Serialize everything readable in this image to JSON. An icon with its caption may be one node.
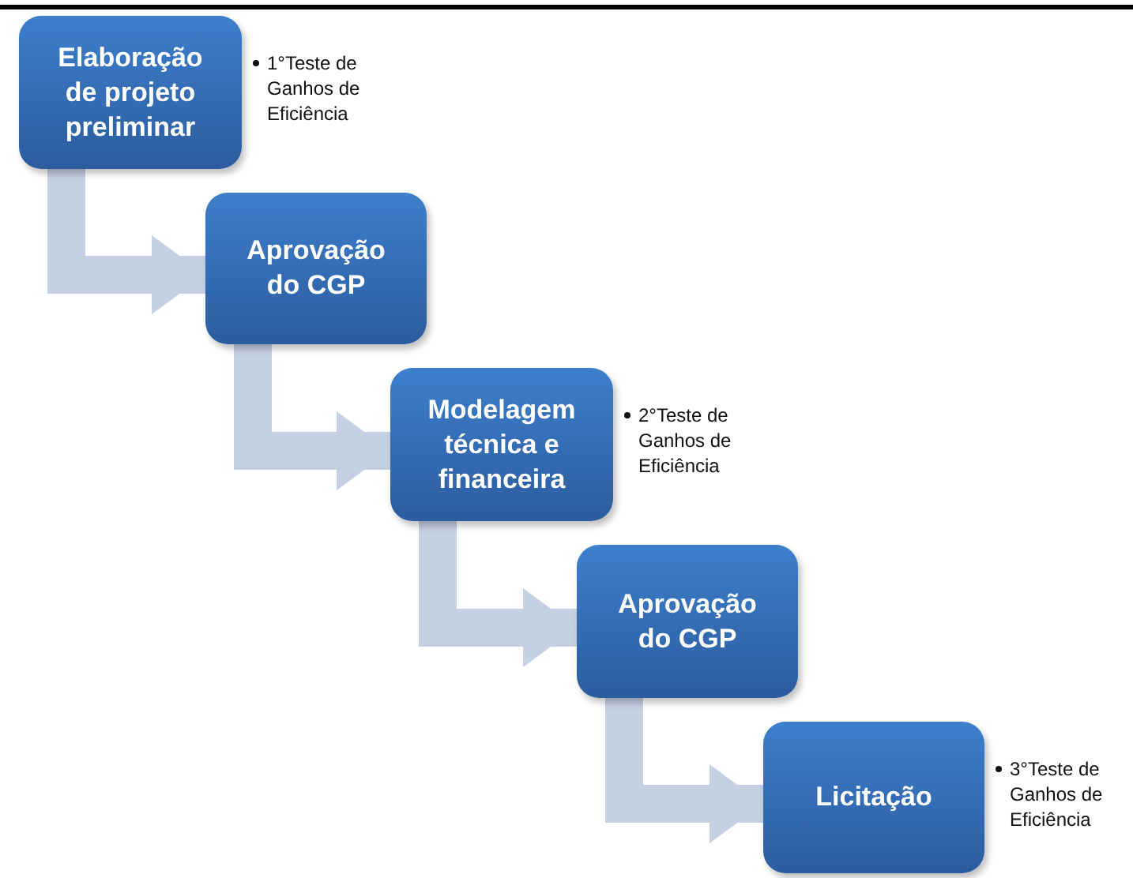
{
  "diagram": {
    "nodes": [
      {
        "text": [
          "Elaboração de projeto preliminar"
        ],
        "beside": [
          "1°Teste de Ganhos de Eficiência"
        ]
      },
      {
        "text": [
          "Aprovação do CGP"
        ]
      },
      {
        "text": [
          "Modelagem técnica e financeira"
        ],
        "beside": [
          "2°Teste de Ganhos de Eficiência"
        ]
      },
      {
        "text": [
          "Aprovação do CGP"
        ]
      },
      {
        "text": [
          "Licitação"
        ],
        "beside": [
          "3°Teste de Ganhos de Eficiência"
        ]
      }
    ],
    "edges": [
      {
        "from": 0,
        "to": 1,
        "arrow": "to"
      },
      {
        "from": 1,
        "to": 2,
        "arrow": "to"
      },
      {
        "from": 2,
        "to": 3,
        "arrow": "to"
      },
      {
        "from": 3,
        "to": 4,
        "arrow": "to"
      }
    ]
  }
}
